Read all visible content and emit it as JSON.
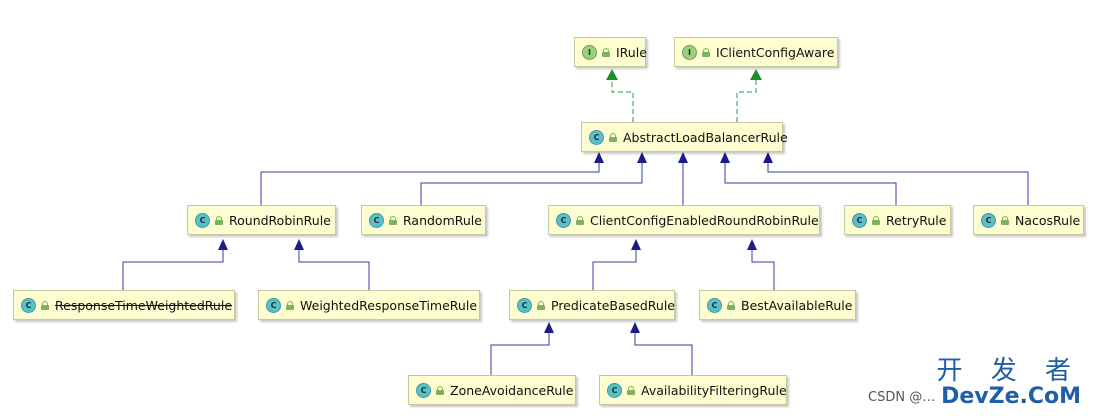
{
  "nodes": {
    "irule": {
      "label": "IRule",
      "kind": "I"
    },
    "iclient": {
      "label": "IClientConfigAware",
      "kind": "I"
    },
    "abstract": {
      "label": "AbstractLoadBalancerRule",
      "kind": "C"
    },
    "roundrobin": {
      "label": "RoundRobinRule",
      "kind": "C"
    },
    "random": {
      "label": "RandomRule",
      "kind": "C"
    },
    "clientconfig": {
      "label": "ClientConfigEnabledRoundRobinRule",
      "kind": "C"
    },
    "retry": {
      "label": "RetryRule",
      "kind": "C"
    },
    "nacos": {
      "label": "NacosRule",
      "kind": "C"
    },
    "rtw": {
      "label": "ResponseTimeWeightedRule",
      "kind": "C",
      "deprecated": true
    },
    "wrt": {
      "label": "WeightedResponseTimeRule",
      "kind": "C"
    },
    "predicate": {
      "label": "PredicateBasedRule",
      "kind": "C"
    },
    "bestavail": {
      "label": "BestAvailableRule",
      "kind": "C"
    },
    "zone": {
      "label": "ZoneAvoidanceRule",
      "kind": "C"
    },
    "availfilter": {
      "label": "AvailabilityFilteringRule",
      "kind": "C"
    }
  },
  "watermark": {
    "cn": "开 发 者",
    "en": "DevZe.CoM",
    "csdn": "CSDN @…"
  },
  "colors": {
    "implements_line": "#4cae62",
    "implements_arrow": "#1e8f2e",
    "extends_line": "#3a3aa0",
    "extends_arrow": "#1b1b8a"
  }
}
